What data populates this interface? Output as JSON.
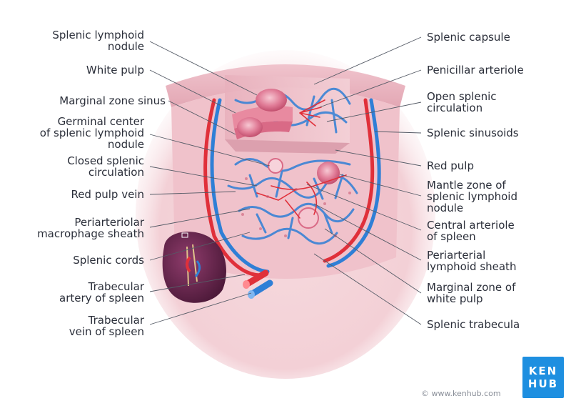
{
  "labels_left": [
    {
      "id": "splenic-lymphoid-nodule",
      "lines": [
        "Splenic lymphoid",
        "nodule"
      ]
    },
    {
      "id": "white-pulp",
      "lines": [
        "White pulp"
      ]
    },
    {
      "id": "marginal-zone-sinus",
      "lines": [
        "Marginal zone sinus"
      ]
    },
    {
      "id": "germinal-center",
      "lines": [
        "Germinal center",
        "of splenic lymphoid",
        "nodule"
      ]
    },
    {
      "id": "closed-splenic-circulation",
      "lines": [
        "Closed splenic",
        "circulation"
      ]
    },
    {
      "id": "red-pulp-vein",
      "lines": [
        "Red pulp vein"
      ]
    },
    {
      "id": "periarteriolar-macrophage-sheath",
      "lines": [
        "Periarteriolar",
        "macrophage sheath"
      ]
    },
    {
      "id": "splenic-cords",
      "lines": [
        "Splenic cords"
      ]
    },
    {
      "id": "trabecular-artery",
      "lines": [
        "Trabecular",
        "artery of spleen"
      ]
    },
    {
      "id": "trabecular-vein",
      "lines": [
        "Trabecular",
        "vein of spleen"
      ]
    }
  ],
  "labels_right": [
    {
      "id": "splenic-capsule",
      "lines": [
        "Splenic capsule"
      ]
    },
    {
      "id": "penicillar-arteriole",
      "lines": [
        "Penicillar arteriole"
      ]
    },
    {
      "id": "open-splenic-circulation",
      "lines": [
        "Open splenic",
        "circulation"
      ]
    },
    {
      "id": "splenic-sinusoids",
      "lines": [
        "Splenic sinusoids"
      ]
    },
    {
      "id": "red-pulp",
      "lines": [
        "Red pulp"
      ]
    },
    {
      "id": "mantle-zone",
      "lines": [
        "Mantle zone of",
        "splenic lymphoid",
        "nodule"
      ]
    },
    {
      "id": "central-arteriole",
      "lines": [
        "Central arteriole",
        "of spleen"
      ]
    },
    {
      "id": "periarterial-lymphoid-sheath",
      "lines": [
        "Periarterial",
        "lymphoid sheath"
      ]
    },
    {
      "id": "marginal-zone-white-pulp",
      "lines": [
        "Marginal zone of",
        "white pulp"
      ]
    },
    {
      "id": "splenic-trabecula",
      "lines": [
        "Splenic trabecula"
      ]
    }
  ],
  "logo": {
    "line1": "KEN",
    "line2": "HUB"
  },
  "copyright": "© www.kenhub.com",
  "colors": {
    "tissue_pink": "#f2c9d0",
    "capsule_pink": "#e8b4bf",
    "artery_red": "#e0303a",
    "vein_blue": "#2f7fd6",
    "nodule_rose": "#d96a86",
    "spleen_purple": "#6e2a52",
    "leader_gray": "#555b66",
    "logo_blue": "#1e8fe0"
  }
}
